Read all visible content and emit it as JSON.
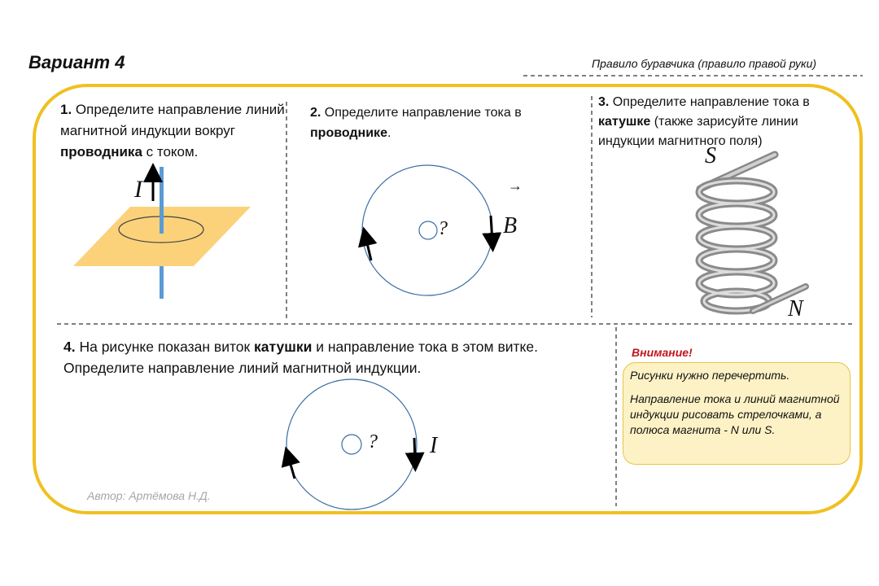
{
  "header": {
    "title": "Вариант 4",
    "rule": "Правило буравчика (правило правой руки)"
  },
  "tasks": [
    {
      "num": "1.",
      "pre": " Определите направление линий магнитной индукции вокруг ",
      "bold": "проводника",
      "post": " с током."
    },
    {
      "num": "2.",
      "pre": " Определите направление тока в ",
      "bold": "проводнике",
      "post": "."
    },
    {
      "num": "3.",
      "pre": " Определите направление тока в ",
      "bold": "катушке",
      "post": " (также зарисуйте линии индукции магнитного поля)"
    },
    {
      "num": "4.",
      "pre": " На рисунке показан виток ",
      "bold": "катушки",
      "post": " и направление тока в этом витке. Определите направление линий магнитной индукции."
    }
  ],
  "figures": {
    "current_label": "I",
    "field_label": "B",
    "field_arrow": "→",
    "unknown": "?",
    "pole_s": "S",
    "pole_n": "N"
  },
  "attention": {
    "title": "Внимание!",
    "line1": "Рисунки нужно перечертить.",
    "line2": "Направление тока и линий магнитной индукции рисовать стрелочками, а полюса магнита  -  N или S."
  },
  "author": "Автор: Артёмова Н.Д.",
  "colors": {
    "frame": "#f0c020",
    "attention": "#c0161d",
    "plane": "#fbd27a",
    "wire": "#5b9bd5"
  }
}
